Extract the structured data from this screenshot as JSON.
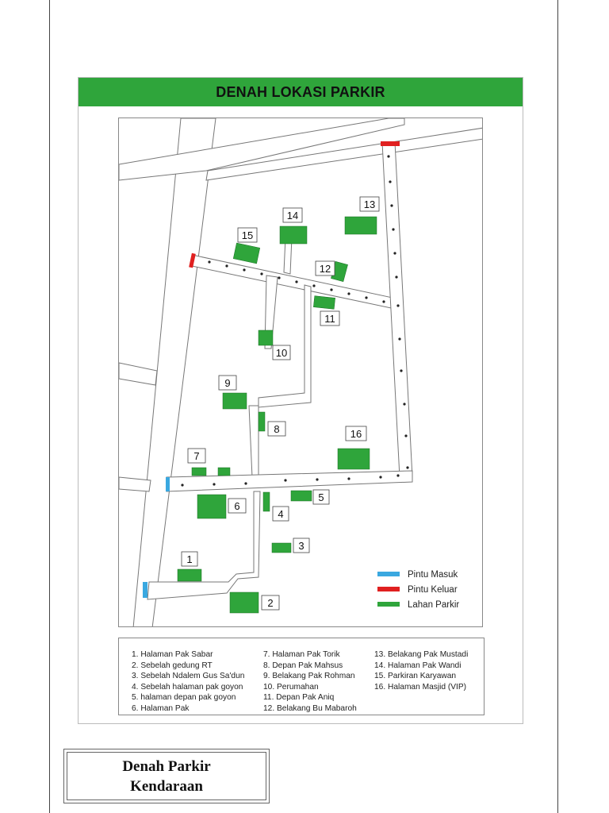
{
  "title": "DENAH LOKASI PARKIR",
  "map": {
    "colors": {
      "parking": "#2fa53b",
      "entrance": "#3aa8e0",
      "exit": "#e02020",
      "road_outline": "#777777"
    },
    "lot_labels": [
      "1",
      "2",
      "3",
      "4",
      "5",
      "6",
      "7",
      "8",
      "9",
      "10",
      "11",
      "12",
      "13",
      "14",
      "15",
      "16"
    ],
    "key": {
      "entrance": "Pintu Masuk",
      "exit": "Pintu Keluar",
      "parking": "Lahan Parkir"
    }
  },
  "legend": {
    "col1": [
      "1. Halaman Pak Sabar",
      "2. Sebelah gedung RT",
      "3. Sebelah Ndalem Gus Sa'dun",
      "4. Sebelah halaman pak goyon",
      "5. halaman depan pak goyon",
      "6. Halaman Pak"
    ],
    "col2": [
      "7.  Halaman Pak Torik",
      "8.  Depan Pak Mahsus",
      "9.  Belakang Pak Rohman",
      "10. Perumahan",
      "11. Depan Pak Aniq",
      "12. Belakang Bu Mabaroh"
    ],
    "col3": [
      "13. Belakang Pak Mustadi",
      "14. Halaman Pak Wandi",
      "15. Parkiran Karyawan",
      "16. Halaman Masjid (VIP)"
    ]
  },
  "caption": {
    "line1": "Denah Parkir",
    "line2": "Kendaraan"
  }
}
